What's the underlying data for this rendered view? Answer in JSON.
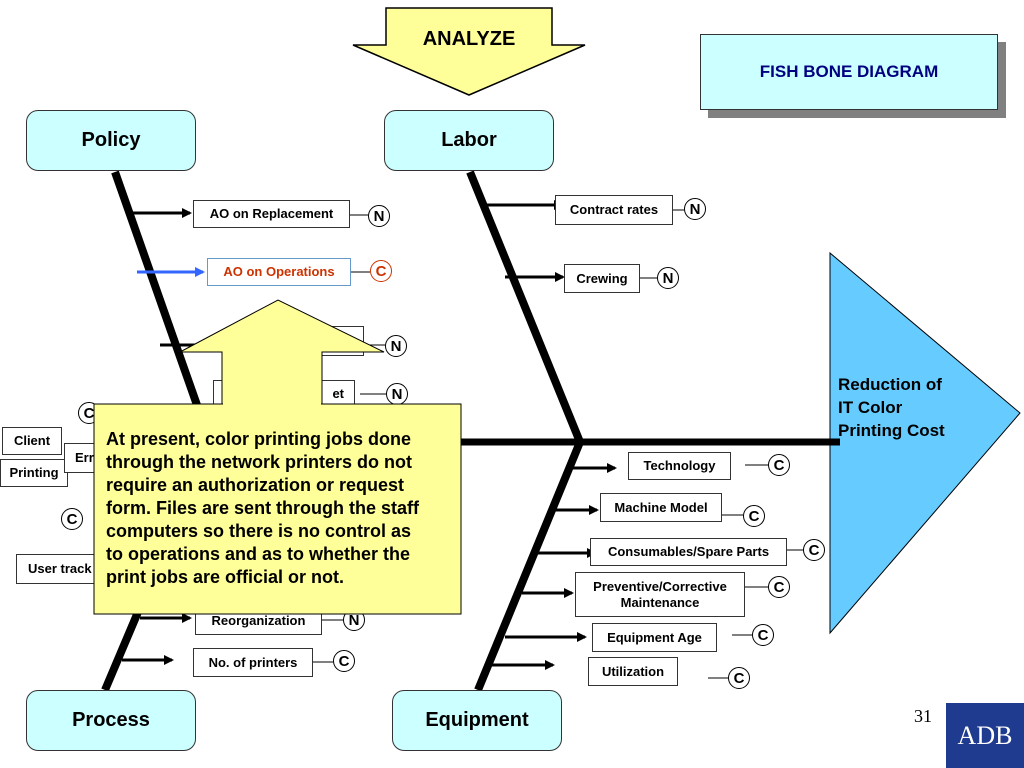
{
  "analyze_label": "ANALYZE",
  "title": "FISH BONE DIAGRAM",
  "effect": {
    "line1": "Reduction of",
    "line2": "IT Color",
    "line3": "Printing Cost"
  },
  "categories": {
    "policy": "Policy",
    "labor": "Labor",
    "process": "Process",
    "equipment": "Equipment"
  },
  "causes": {
    "ao_replacement": {
      "label": "AO on Replacement",
      "code": "N"
    },
    "ao_operations": {
      "label": "AO on Operations",
      "code": "C"
    },
    "policy_hidden_1": {
      "code": "N"
    },
    "policy_hidden_2": {
      "label": "et",
      "code": "N"
    },
    "contract_rates": {
      "label": "Contract rates",
      "code": "N"
    },
    "crewing": {
      "label": "Crewing",
      "code": "N"
    },
    "client": {
      "label": "Client"
    },
    "printing": {
      "label": "Printing"
    },
    "err": {
      "label": "Err",
      "code": "C"
    },
    "user_track": {
      "label": "User track",
      "code": "C"
    },
    "reorganization": {
      "label": "Reorganization",
      "code": "N"
    },
    "no_of_printers": {
      "label": "No. of printers",
      "code": "C"
    },
    "technology": {
      "label": "Technology",
      "code": "C"
    },
    "machine_model": {
      "label": "Machine Model",
      "code": "C"
    },
    "consumables": {
      "label": "Consumables/Spare Parts",
      "code": "C"
    },
    "preventive": {
      "line1": "Preventive/Corrective",
      "line2": "Maintenance",
      "code": "C"
    },
    "equipment_age": {
      "label": "Equipment Age",
      "code": "C"
    },
    "utilization": {
      "label": "Utilization",
      "code": "C"
    }
  },
  "callout": {
    "line1": "At present, color printing jobs done",
    "line2": "through the network printers do not",
    "line3": "require an authorization or request",
    "line4": "form. Files are sent through the staff",
    "line5": "computers so there is no control as",
    "line6": "to operations and as to whether the",
    "line7": "print jobs are official or not."
  },
  "page_number": "31",
  "logo_text": "ADB",
  "colors": {
    "category_fill": "#ccffff",
    "effect_fill": "#66ccff",
    "callout_fill": "#ffff99",
    "highlight_text": "#cc3300",
    "highlight_arrow": "#3366ff",
    "title_text": "#000080"
  }
}
